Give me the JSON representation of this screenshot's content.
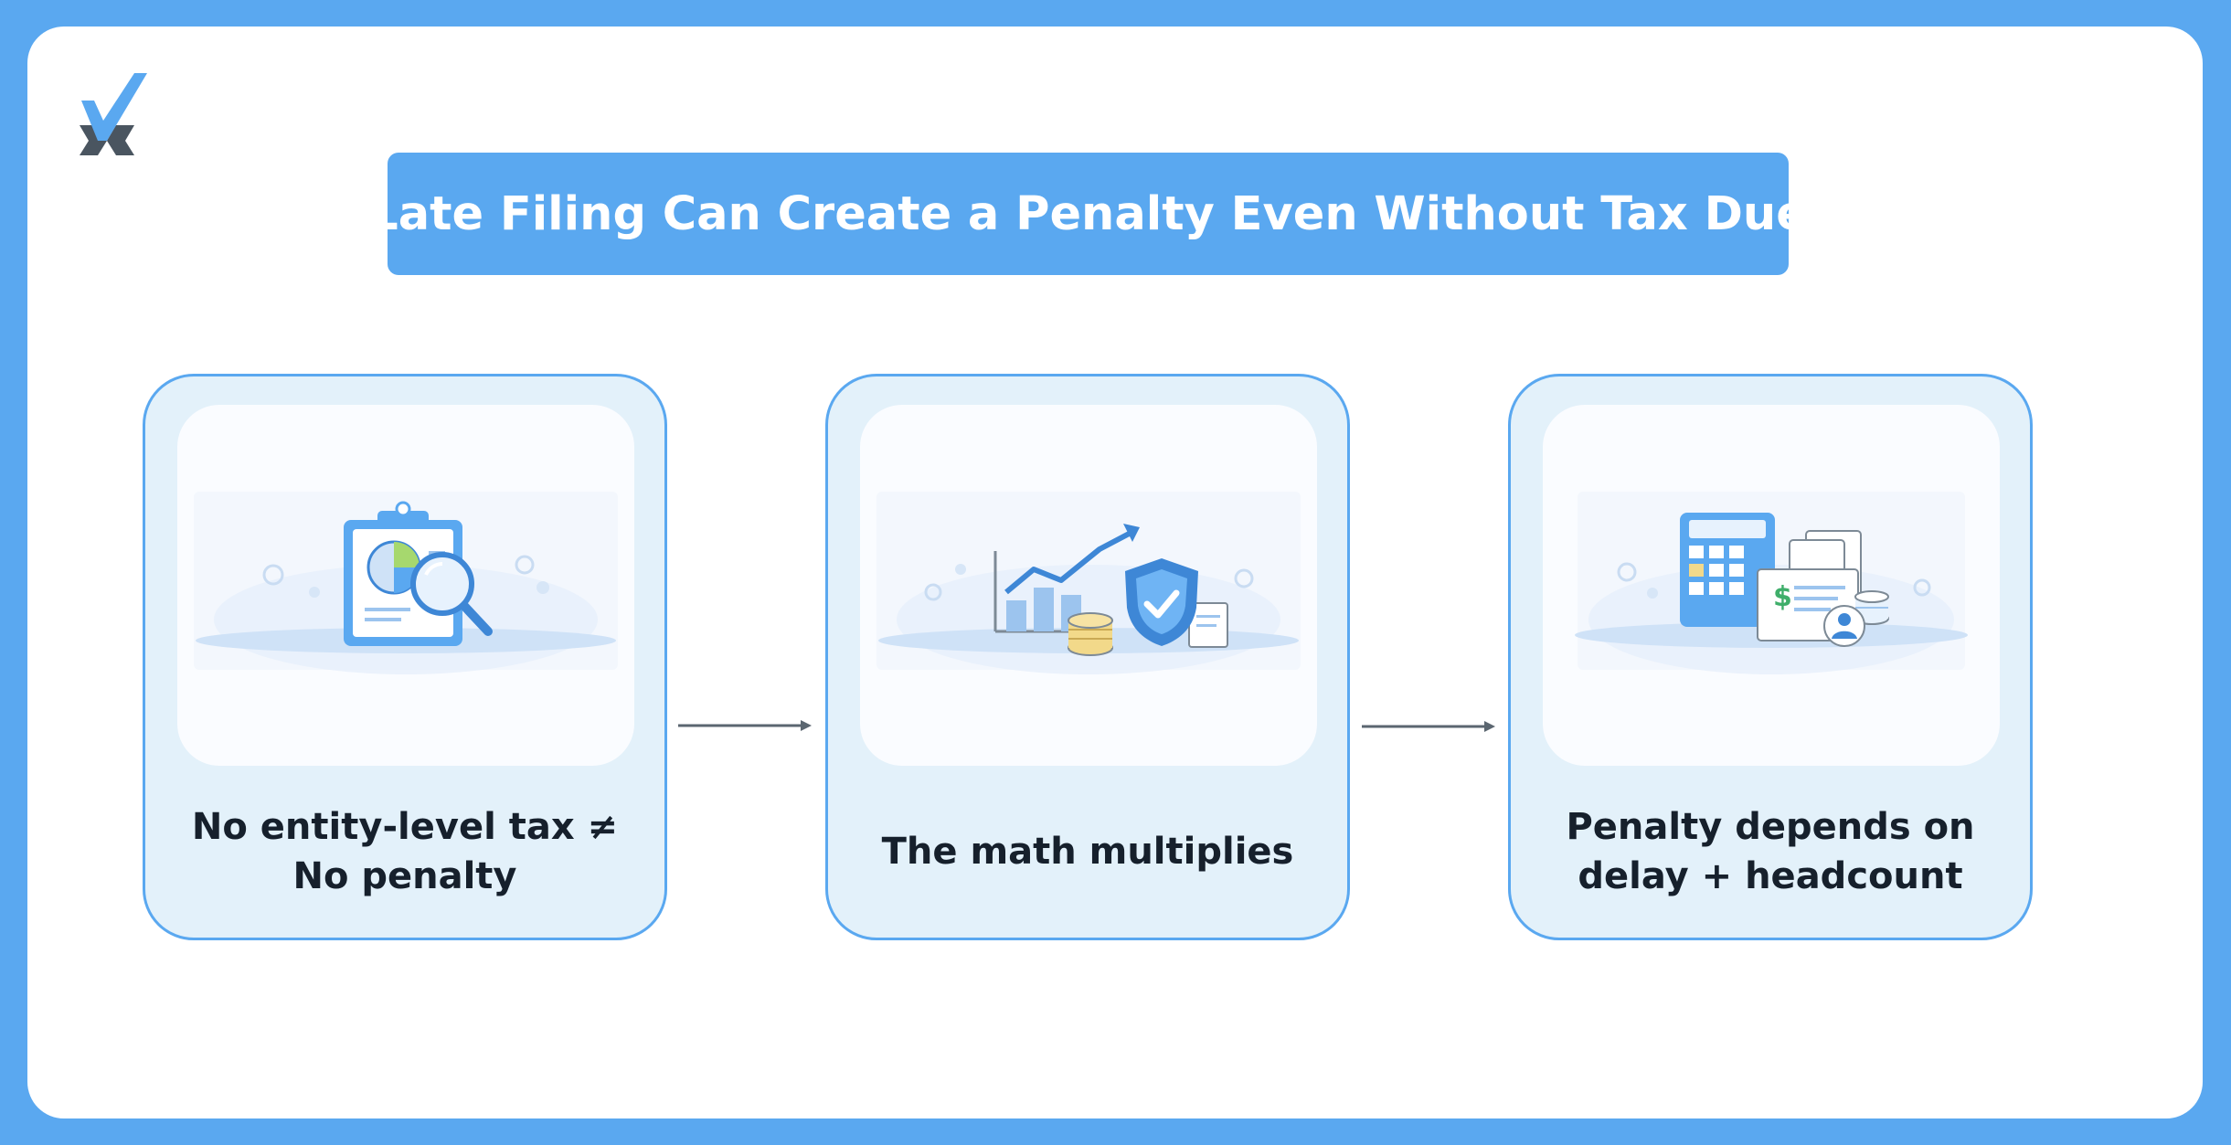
{
  "title": "Late Filing Can Create a Penalty Even Without Tax Due",
  "steps": [
    {
      "label": "No entity-level tax ≠\nNo penalty",
      "illustration": "clipboard-magnifier-icon"
    },
    {
      "label": "The math multiplies",
      "illustration": "growth-chart-shield-icon"
    },
    {
      "label": "Penalty depends on\ndelay + headcount",
      "illustration": "calculator-documents-icon"
    }
  ],
  "colors": {
    "frame": "#5aa8f0",
    "card_fill": "#e3f1fa",
    "card_border": "#5aa8f0",
    "text": "#16202c",
    "arrow": "#5b6670",
    "logo_dark": "#4a5560"
  }
}
